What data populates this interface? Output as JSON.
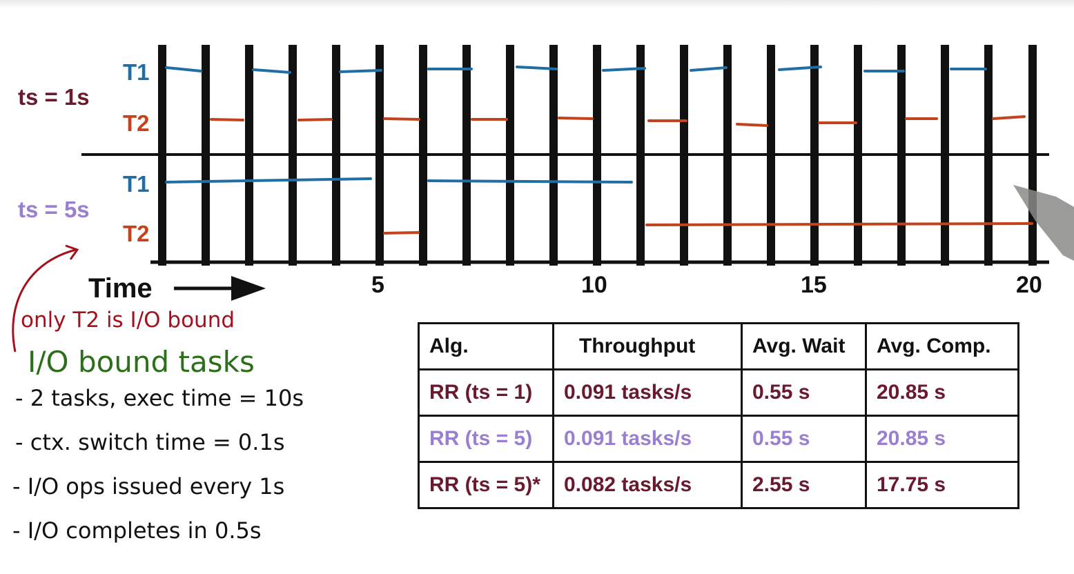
{
  "colors": {
    "t1": "#1f6fa4",
    "t2": "#c4431d",
    "ts1_label": "#6b1a2e",
    "ts5_label": "#9a7fd0",
    "note_red": "#a3121c",
    "note_green": "#2c6e1a",
    "note_black": "#111111",
    "row_dark": "#6b1a2e",
    "row_purple": "#9a7fd0"
  },
  "diagram": {
    "row_ts1_label": "ts = 1s",
    "row_ts5_label": "ts = 5s",
    "task1_label": "T1",
    "task2_label": "T2",
    "time_label": "Time",
    "tick_labels": [
      "5",
      "10",
      "15",
      "20"
    ]
  },
  "notes": {
    "red_note": "only T2 is I/O bound",
    "heading": "I/O bound tasks",
    "items": [
      "- 2 tasks, exec time = 10s",
      "- ctx. switch time = 0.1s",
      "- I/O ops issued every 1s",
      "- I/O completes in 0.5s"
    ]
  },
  "table": {
    "headers": [
      "Alg.",
      "Throughput",
      "Avg. Wait",
      "Avg. Comp."
    ],
    "rows": [
      {
        "alg": "RR (ts = 1)",
        "throughput": "0.091 tasks/s",
        "wait": "0.55 s",
        "comp": "20.85 s",
        "style": "dark"
      },
      {
        "alg": "RR (ts = 5)",
        "throughput": "0.091 tasks/s",
        "wait": "0.55 s",
        "comp": "20.85 s",
        "style": "purple"
      },
      {
        "alg": "RR (ts = 5)*",
        "throughput": "0.082 tasks/s",
        "wait": "2.55 s",
        "comp": "17.75 s",
        "style": "dark"
      }
    ]
  }
}
